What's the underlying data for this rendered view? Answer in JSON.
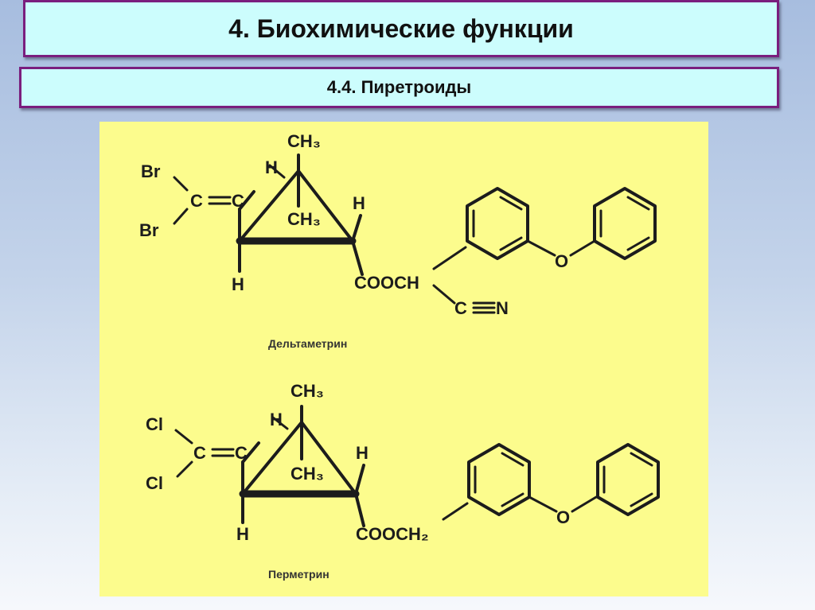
{
  "slide": {
    "title": "4. Биохимические функции",
    "subtitle": "4.4. Пиретроиды"
  },
  "deltamethrin": {
    "caption": "Дельтаметрин",
    "labels": {
      "ch3_top": "CH₃",
      "ch3_mid": "CH₃",
      "h_top": "H",
      "h_right": "H",
      "h_bottom": "H",
      "br_top": "Br",
      "br_bottom": "Br",
      "c1": "C",
      "c2": "C",
      "ester": "COOCH",
      "nitrile_c": "C",
      "nitrile_n": "N",
      "oxygen": "O"
    }
  },
  "permethrin": {
    "caption": "Перметрин",
    "labels": {
      "ch3_top": "CH₃",
      "ch3_mid": "CH₃",
      "h_top": "H",
      "h_right": "H",
      "h_bottom": "H",
      "cl_top": "Cl",
      "cl_bottom": "Cl",
      "c1": "C",
      "c2": "C",
      "ester": "COOCH₂",
      "oxygen": "O"
    }
  },
  "colors": {
    "header_fill": "#ccfdfd",
    "header_border": "#7a1e7e",
    "panel_fill": "#fcfc8d",
    "ink": "#1c1c1c"
  }
}
